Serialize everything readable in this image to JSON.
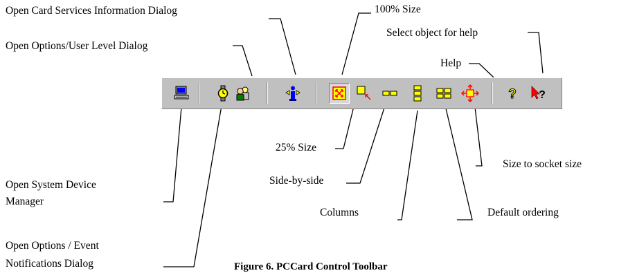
{
  "labels": {
    "card_services": "Open Card Services Information Dialog",
    "size_100": "100% Size",
    "select_object_help": "Select object for help",
    "options_user_level": "Open Options/User Level Dialog",
    "help": "Help",
    "size_25": "25% Size",
    "side_by_side": "Side-by-side",
    "size_to_socket": "Size to socket size",
    "system_device_manager_1": "Open System Device",
    "system_device_manager_2": "Manager",
    "columns": "Columns",
    "default_ordering": "Default ordering",
    "event_notifications_1": "Open Options / Event",
    "event_notifications_2": "Notifications Dialog"
  },
  "caption": "Figure 6. PCCard Control Toolbar",
  "toolbar": {
    "buttons": [
      {
        "icon": "computer-icon"
      },
      {
        "icon": "watch-icon"
      },
      {
        "icon": "users-icon"
      },
      {
        "icon": "info-icon"
      },
      {
        "icon": "size-100-icon",
        "pressed": true
      },
      {
        "icon": "size-25-icon"
      },
      {
        "icon": "side-by-side-icon"
      },
      {
        "icon": "columns-icon"
      },
      {
        "icon": "default-ordering-icon"
      },
      {
        "icon": "size-to-socket-icon"
      },
      {
        "icon": "help-icon"
      },
      {
        "icon": "context-help-icon"
      }
    ]
  },
  "colors": {
    "toolbar_bg": "#c0c0c0",
    "icon_yellow": "#ffff00",
    "icon_red": "#ff0000",
    "icon_blue": "#0000ff"
  }
}
